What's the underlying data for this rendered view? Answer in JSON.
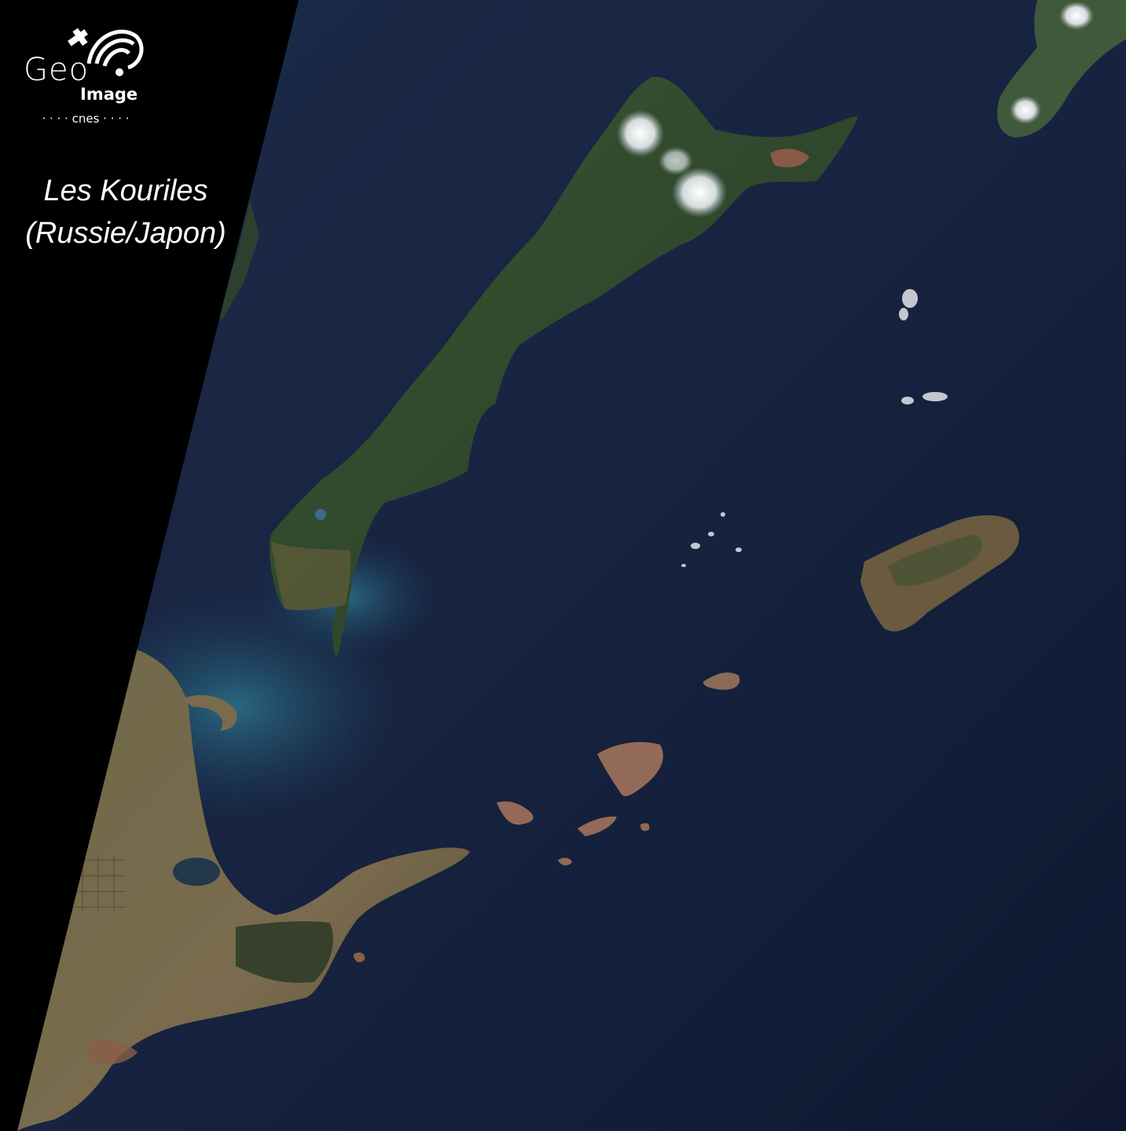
{
  "logo": {
    "geo": "Geo",
    "image": "Image",
    "cnes": "· · · · cnes · · · ·"
  },
  "title": {
    "line1": "Les Kouriles",
    "line2": "(Russie/Japon)"
  },
  "colors": {
    "sea": "#16223d",
    "sea_shallow": "#2f6f86",
    "forest": "#2e4a2a",
    "land_brown": "#8a6a52",
    "snow": "#f2f4f7",
    "frame": "#000000"
  }
}
